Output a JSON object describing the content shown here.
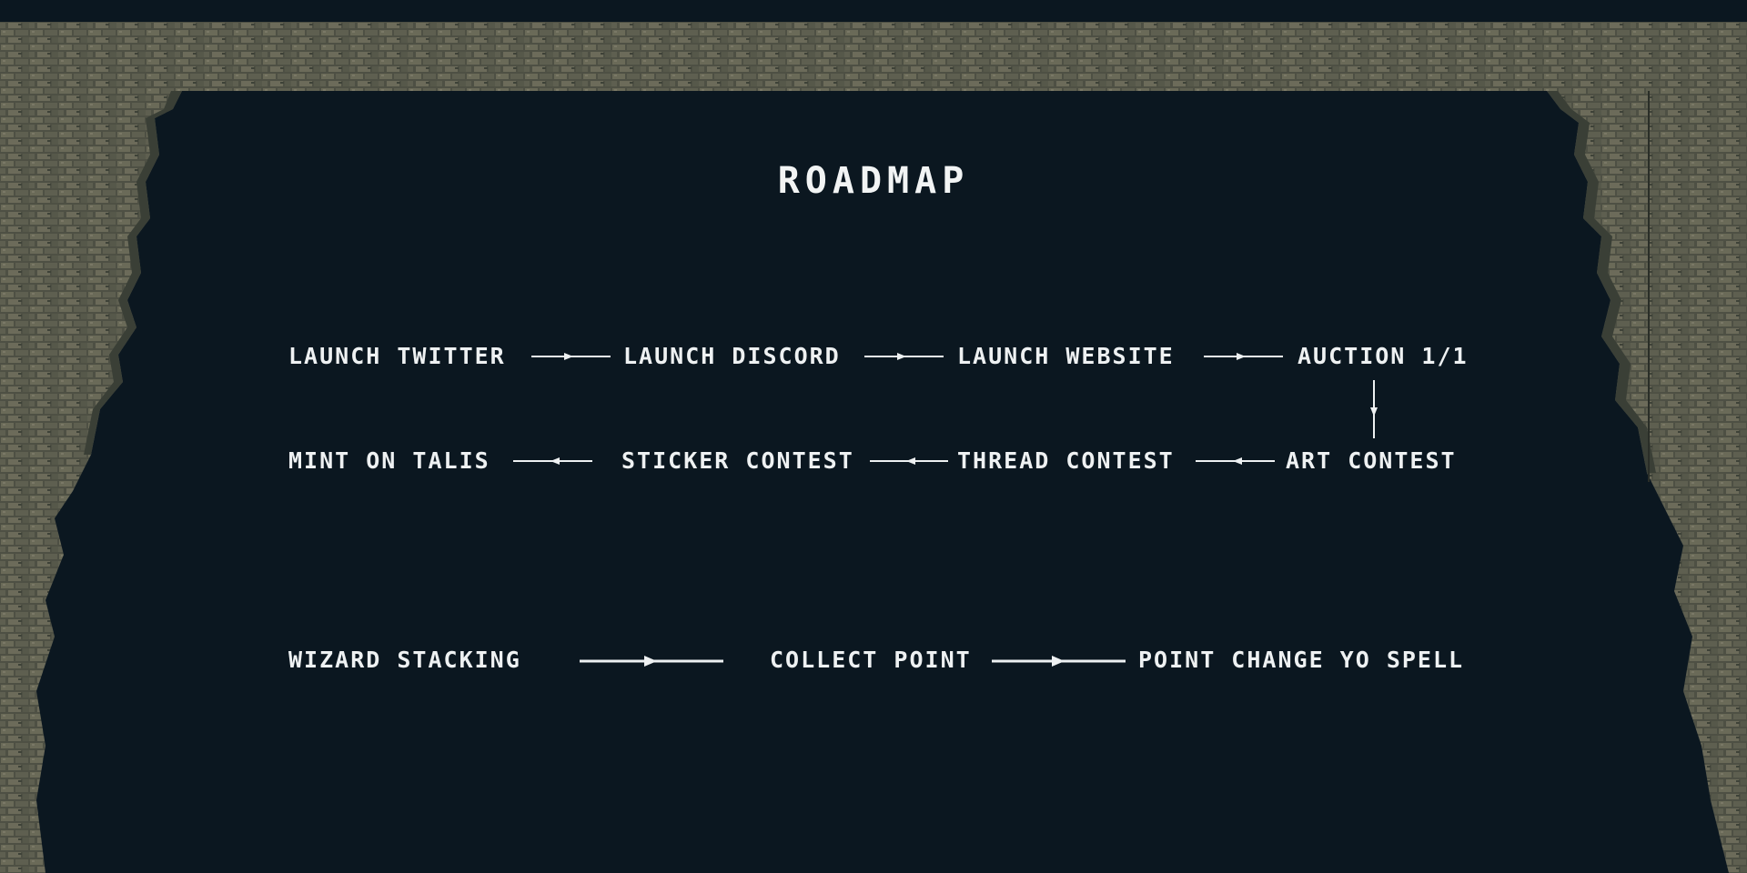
{
  "title": "ROADMAP",
  "row1": [
    "LAUNCH TWITTER",
    "LAUNCH DISCORD",
    "LAUNCH WEBSITE",
    "AUCTION 1/1"
  ],
  "row2": [
    "MINT ON TALIS",
    "STICKER CONTEST",
    "THREAD CONTEST",
    "ART CONTEST"
  ],
  "row3": [
    "WIZARD STACKING",
    "COLLECT POINT",
    "POINT CHANGE YO SPELL"
  ],
  "colors": {
    "background": "#0b1720",
    "stone": "#5a5a4c",
    "stone_dark": "#3d4238",
    "text": "#eef1f2"
  }
}
